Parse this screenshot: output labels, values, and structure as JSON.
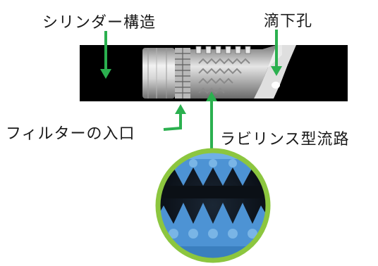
{
  "labels": {
    "cylinder_structure": "シリンダー構造",
    "drip_hole": "滴下孔",
    "filter_inlet": "フィルターの入口",
    "labyrinth_channel": "ラビリンス型流路"
  },
  "colors": {
    "arrow": "#2bb04f",
    "tube": "#000000",
    "lens_ring": "#8cc63f",
    "emitter_gray": "#cfcfcf",
    "channel_blue": "#4d93d4"
  }
}
